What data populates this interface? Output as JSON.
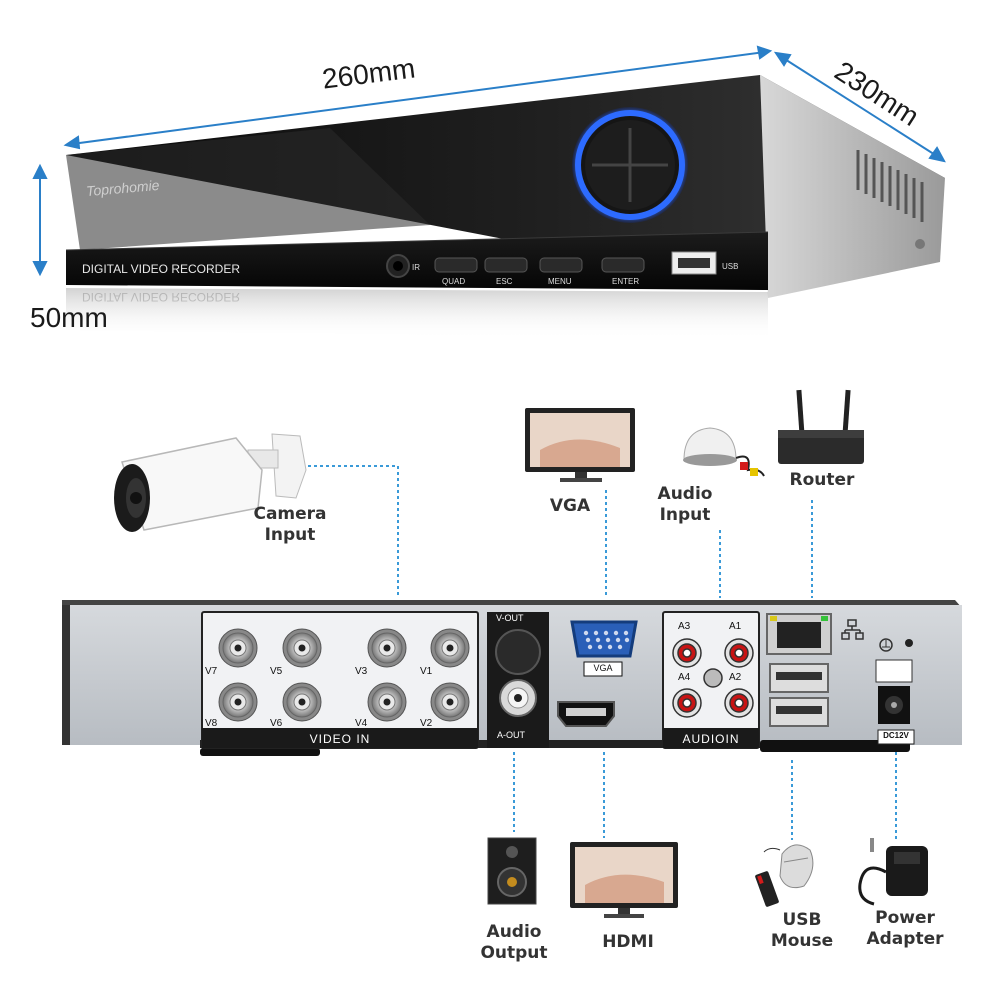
{
  "dimensions": {
    "width": "260mm",
    "depth": "230mm",
    "height": "50mm"
  },
  "front_panel": {
    "brand": "Toprohomie",
    "model_text": "DIGITAL VIDEO RECORDER",
    "ir_label": "IR",
    "buttons": [
      "QUAD",
      "ESC",
      "MENU",
      "ENTER"
    ],
    "usb_label": "USB"
  },
  "rear_panel": {
    "video_labels": [
      "V7",
      "V5",
      "V3",
      "V1",
      "V8",
      "V6",
      "V4",
      "V2"
    ],
    "video_in_label": "VIDEO IN",
    "vout_label": "V-OUT",
    "aout_label": "A-OUT",
    "vga_label": "VGA",
    "audio_labels": [
      "A3",
      "A1",
      "A4",
      "A2"
    ],
    "audio_in_label": "AUDIOIN",
    "dc_label": "DC12V"
  },
  "peripherals": {
    "camera": "Camera\nInput",
    "vga": "VGA",
    "audio_input": "Audio\nInput",
    "router": "Router",
    "audio_output": "Audio\nOutput",
    "hdmi": "HDMI",
    "usb_mouse": "USB\nMouse",
    "power_adapter": "Power\nAdapter"
  },
  "colors": {
    "dimension_line": "#2a7fc8",
    "connector_line": "#3a9ad8",
    "front_glow": "#2d6bff",
    "panel_dark": "#111111",
    "rear_face": "#c9cdd2",
    "audio_red": "#d01818"
  }
}
